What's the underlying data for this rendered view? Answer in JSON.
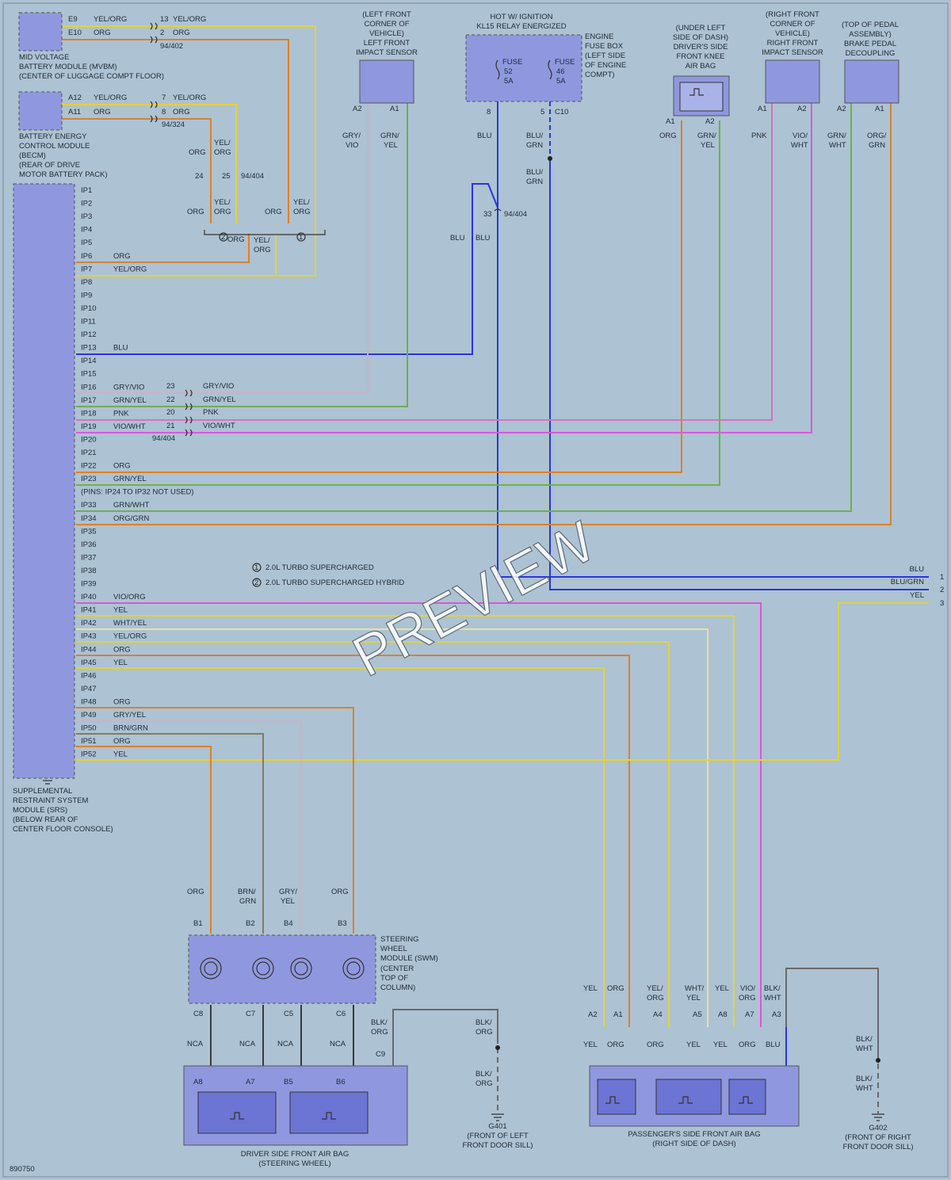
{
  "watermark": "PREVIEW",
  "figure_id": "890750",
  "colors": {
    "background": "#adc2d3",
    "module_fill": "#8f98de",
    "BLU": "#2a35d8",
    "ORG": "#d9822b",
    "YEL": "#e3d23a",
    "GRN": "#6fb04a",
    "VIO": "#d45cd4",
    "PNK": "#d870c0",
    "GRY": "#c7b4c7",
    "BRN": "#8a7a5a",
    "BLK": "#3a3a3a"
  },
  "components": {
    "mvbm": {
      "l1": "MID VOLTAGE",
      "l2": "BATTERY MODULE (MVBM)",
      "l3": "(CENTER OF LUGGAGE COMPT FLOOR)"
    },
    "becm": {
      "l1": "BATTERY ENERGY",
      "l2": "CONTROL MODULE",
      "l3": "(BECM)",
      "l4": "(REAR OF DRIVE",
      "l5": "MOTOR BATTERY PACK)"
    },
    "srs": {
      "l1": "SUPPLEMENTAL",
      "l2": "RESTRAINT SYSTEM",
      "l3": "MODULE (SRS)",
      "l4": "(BELOW REAR OF",
      "l5": "CENTER FLOOR CONSOLE)"
    },
    "lf_sensor": {
      "l1": "(LEFT FRONT",
      "l2": "CORNER OF",
      "l3": "VEHICLE)",
      "l4": "LEFT FRONT",
      "l5": "IMPACT SENSOR"
    },
    "relay": {
      "l1": "HOT W/ IGNITION",
      "l2": "KL15 RELAY ENERGIZED"
    },
    "fusebox": {
      "l1": "ENGINE",
      "l2": "FUSE BOX",
      "l3": "(LEFT SIDE",
      "l4": "OF ENGINE",
      "l5": "COMPT)"
    },
    "fuse52": {
      "l1": "FUSE",
      "l2": "52",
      "l3": "5A"
    },
    "fuse46": {
      "l1": "FUSE",
      "l2": "46",
      "l3": "5A"
    },
    "knee": {
      "l1": "(UNDER LEFT",
      "l2": "SIDE OF DASH)",
      "l3": "DRIVER'S SIDE",
      "l4": "FRONT KNEE",
      "l5": "AIR BAG"
    },
    "rf_sensor": {
      "l1": "(RIGHT FRONT",
      "l2": "CORNER OF",
      "l3": "VEHICLE)",
      "l4": "RIGHT FRONT",
      "l5": "IMPACT SENSOR"
    },
    "pedal": {
      "l1": "(TOP OF PEDAL",
      "l2": "ASSEMBLY)",
      "l3": "BRAKE PEDAL",
      "l4": "DECOUPLING"
    },
    "swm": {
      "l1": "STEERING",
      "l2": "WHEEL",
      "l3": "MODULE (SWM)",
      "l4": "(CENTER",
      "l5": "TOP OF",
      "l6": "COLUMN)"
    },
    "driver_bag": {
      "l1": "DRIVER SIDE FRONT AIR BAG",
      "l2": "(STEERING WHEEL)"
    },
    "pass_bag": {
      "l1": "PASSENGER'S SIDE FRONT AIR BAG",
      "l2": "(RIGHT SIDE OF DASH)"
    },
    "g401": {
      "l1": "G401",
      "l2": "(FRONT OF LEFT",
      "l3": "FRONT DOOR SILL)"
    },
    "g402": {
      "l1": "G402",
      "l2": "(FRONT OF RIGHT",
      "l3": "FRONT DOOR SILL)"
    }
  },
  "notes": {
    "n1_num": "1",
    "n1": "2.0L TURBO SUPERCHARGED",
    "n2_num": "2",
    "n2": "2.0L TURBO SUPERCHARGED HYBRID",
    "pins_note": "(PINS: IP24 TO IP32 NOT USED)"
  },
  "pins": [
    "IP1",
    "IP2",
    "IP3",
    "IP4",
    "IP5",
    "IP6",
    "IP7",
    "IP8",
    "IP9",
    "IP10",
    "IP11",
    "IP12",
    "IP13",
    "IP14",
    "IP15",
    "IP16",
    "IP17",
    "IP18",
    "IP19",
    "IP20",
    "IP21",
    "IP22",
    "IP23",
    "",
    "IP33",
    "IP34",
    "IP35",
    "IP36",
    "IP37",
    "IP38",
    "IP39",
    "IP40",
    "IP41",
    "IP42",
    "IP43",
    "IP44",
    "IP45",
    "IP46",
    "IP47",
    "IP48",
    "IP49",
    "IP50",
    "IP51",
    "IP52"
  ],
  "pin_wires": [
    "",
    "",
    "",
    "",
    "",
    "ORG",
    "YEL/ORG",
    "",
    "",
    "",
    "",
    "",
    "BLU",
    "",
    "",
    "GRY/VIO",
    "GRN/YEL",
    "PNK",
    "VIO/WHT",
    "",
    "",
    "ORG",
    "GRN/YEL",
    "",
    "GRN/WHT",
    "ORG/GRN",
    "",
    "",
    "",
    "",
    "",
    "VIO/ORG",
    "YEL",
    "WHT/YEL",
    "YEL/ORG",
    "ORG",
    "YEL",
    "",
    "",
    "ORG",
    "GRY/YEL",
    "BRN/GRN",
    "ORG",
    "YEL"
  ],
  "right_exits": {
    "w1": "BLU",
    "n1": "1",
    "w2": "BLU/GRN",
    "n2": "2",
    "w3": "YEL",
    "n3": "3"
  },
  "mvbm_pins": {
    "p1": "E9",
    "p2": "E10",
    "w1": "YEL/ORG",
    "w2": "ORG",
    "c1": "13",
    "c2": "2",
    "cw1": "YEL/ORG",
    "cw2": "ORG",
    "conn": "94/402"
  },
  "becm_pins": {
    "p1": "A12",
    "p2": "A11",
    "w1": "YEL/ORG",
    "w2": "ORG",
    "c1": "7",
    "c2": "8",
    "cw1": "YEL/ORG",
    "cw2": "ORG",
    "conn": "94/324"
  },
  "splice": {
    "w_org": "ORG",
    "w_yel": "YEL/",
    "w_org2": "ORG",
    "c24": "24",
    "c25": "25",
    "conn": "94/404",
    "n1": "1",
    "n2": "2"
  },
  "inline_conn": {
    "c23": "23",
    "c22": "22",
    "c20": "20",
    "c21": "21",
    "conn": "94/404",
    "c33": "33",
    "conn33": "94/404"
  },
  "fuse_out": {
    "p8": "8",
    "p5": "5",
    "conn": "C10",
    "w8": "BLU",
    "w5a": "BLU/",
    "w5b": "GRN"
  },
  "sensor_pins": {
    "a2": "A2",
    "a1": "A1"
  },
  "swm_pins": {
    "b1": "B1",
    "b2": "B2",
    "b4": "B4",
    "b3": "B3",
    "c8": "C8",
    "c7": "C7",
    "c5": "C5",
    "c6": "C6",
    "c9": "C9"
  },
  "driver_bag_pins": {
    "a8": "A8",
    "a7": "A7",
    "b5": "B5",
    "b6": "B6"
  },
  "pass_pins": {
    "a2": "A2",
    "a1": "A1",
    "a4": "A4",
    "a5": "A5",
    "a8": "A8",
    "a7": "A7",
    "a3": "A3"
  },
  "wire_labels": {
    "nca": "NCA",
    "org": "ORG",
    "yel": "YEL",
    "blu": "BLU",
    "pnk": "PNK",
    "brn": "BRN/",
    "grn": "GRN",
    "gry": "GRY/",
    "yel2": "YEL",
    "blk": "BLK/",
    "org2": "ORG",
    "wht": "WHT",
    "vio": "VIO/",
    "grn2": "GRN/",
    "yel3": "YEL/",
    "orgslash": "ORG/",
    "vio2": "VIO",
    "whtslash": "WHT/"
  }
}
